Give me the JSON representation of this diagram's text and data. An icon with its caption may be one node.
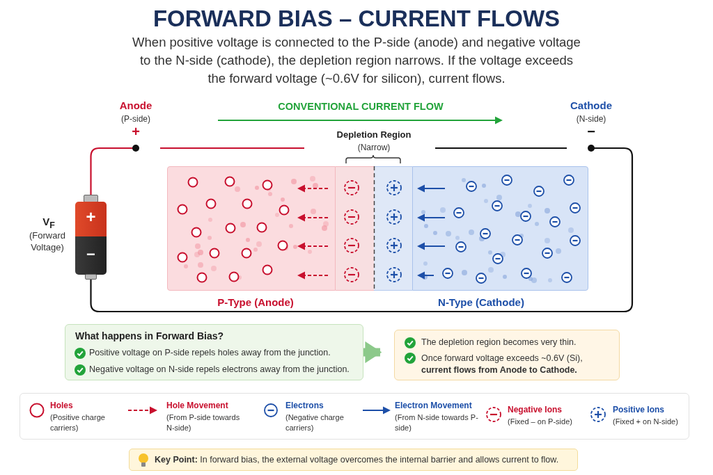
{
  "diagram": {
    "title": "FORWARD BIAS – CURRENT FLOWS",
    "nodes": [
      {
        "text": [
          "+",
          "−"
        ],
        "beside": [
          "V$_{F}$",
          "(Forward Voltage)"
        ]
      },
      {
        "text": [
          "P-Type (Anode)"
        ]
      },
      {
        "text": [
          "Depletion Region",
          "(Narrow)"
        ]
      },
      {
        "text": [
          "N-Type (Cathode)"
        ]
      },
      {
        "text": [
          "Anode",
          "(P-side)",
          "+"
        ]
      },
      {
        "text": [
          "Cathode",
          "(N-side)",
          "−"
        ]
      },
      {
        "text": [
          "What happens in Forward Bias?",
          "Positive voltage on P-side repels holes away from the junction.",
          "Negative voltage on N-side repels electrons away from the junction."
        ]
      },
      {
        "text": [
          "The depletion region becomes very thin.",
          "Once forward voltage exceeds ~0.6V (Si), **current flows from Anode to Cathode.**"
        ]
      },
      {
        "text": [
          "**Key Point:** In forward bias, the external voltage overcomes the internal barrier and allows current to flow."
        ]
      }
    ],
    "edges": [
      {
        "from": 0,
        "to": 4,
        "arrow": "none",
        "color": "#c8102e"
      },
      {
        "from": 4,
        "to": null,
        "arrow": "none",
        "color": "#c8102e"
      },
      {
        "from": 0,
        "to": 5,
        "arrow": "none",
        "color": "#111111"
      },
      {
        "from": null,
        "to": 5,
        "arrow": "none",
        "color": "#111111"
      },
      {
        "from": 6,
        "to": 7,
        "arrow": "to",
        "style": "thick",
        "color": "#8cc98a"
      }
    ],
    "labels": [
      "When positive voltage is connected to the P-side (anode) and negative voltage to the N-side (cathode), the depletion region narrows. If the voltage exceeds the forward voltage (~0.6V for silicon), current flows.",
      "CONVENTIONAL CURRENT FLOW"
    ],
    "legend": [
      {
        "text": "**Holes** (Positive charge carriers)"
      },
      {
        "text": "**Hole Movement** (From P-side towards N-side)"
      },
      {
        "text": "**Electrons** (Negative charge carriers)"
      },
      {
        "text": "**Electron Movement** (From N-side towards P-side)"
      },
      {
        "text": "**Negative Ions** (Fixed – on P-side)"
      },
      {
        "text": "**Positive Ions** (Fixed + on N-side)"
      }
    ]
  }
}
